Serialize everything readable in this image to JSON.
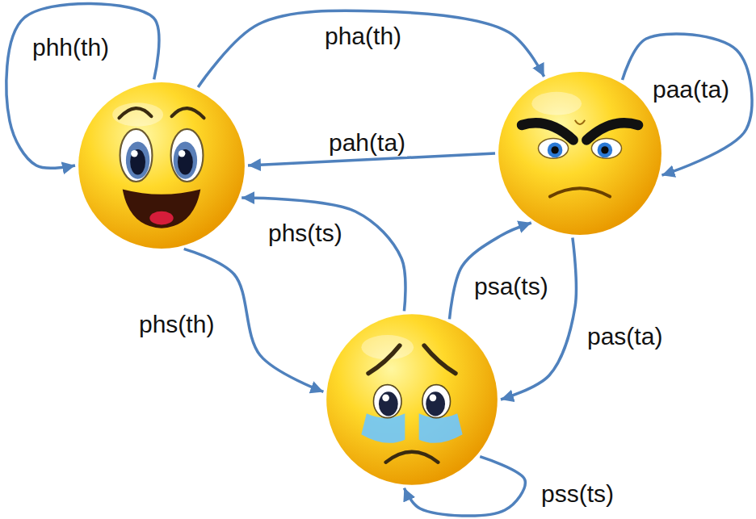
{
  "diagram": {
    "nodes": [
      {
        "text": []
      },
      {
        "text": []
      },
      {
        "text": []
      }
    ],
    "edges": [
      {
        "from": 0,
        "to": 0,
        "arrow": "to",
        "label": "phh(th)"
      },
      {
        "from": 0,
        "to": 1,
        "arrow": "to",
        "label": "pha(th)"
      },
      {
        "from": 1,
        "to": 1,
        "arrow": "to",
        "label": "paa(ta)"
      },
      {
        "from": 1,
        "to": 0,
        "arrow": "to",
        "label": "pah(ta)"
      },
      {
        "from": 2,
        "to": 0,
        "arrow": "to",
        "label": "phs(ts)"
      },
      {
        "from": 0,
        "to": 2,
        "arrow": "to",
        "label": "phs(th)"
      },
      {
        "from": 2,
        "to": 1,
        "arrow": "to",
        "label": "psa(ts)"
      },
      {
        "from": 1,
        "to": 2,
        "arrow": "to",
        "label": "pas(ta)"
      },
      {
        "from": 2,
        "to": 2,
        "arrow": "to",
        "label": "pss(ts)"
      }
    ]
  }
}
